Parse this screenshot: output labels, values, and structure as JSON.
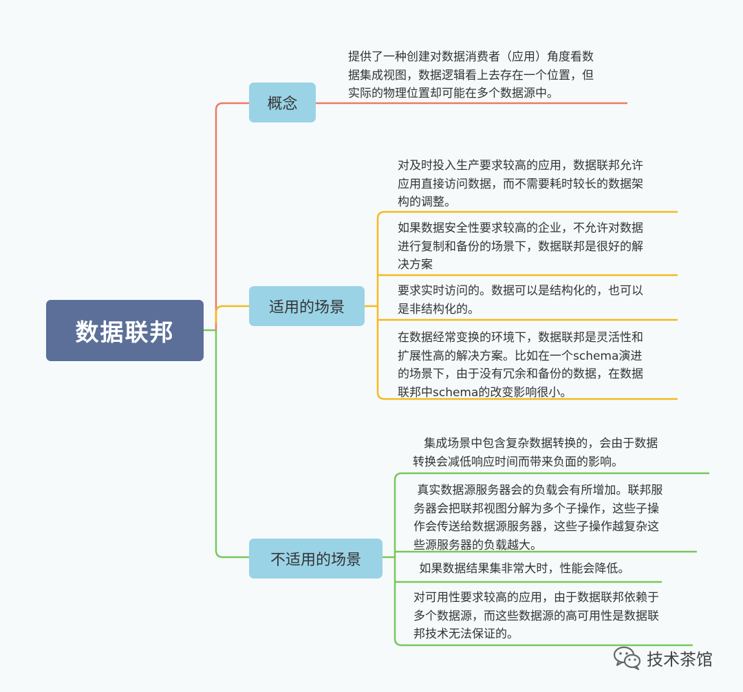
{
  "root": "数据联邦",
  "branches": [
    {
      "label": "概念",
      "color": "#ee7a63",
      "leaves": [
        [
          "提供了一种创建对数据消费者（应用）角度看数",
          "据集成视图，数据逻辑看上去存在一个位置，但",
          "实际的物理位置却可能在多个数据源中。"
        ]
      ]
    },
    {
      "label": "适用的场景",
      "color": "#f5b921",
      "leaves": [
        [
          "对及时投入生产要求较高的应用，数据联邦允许",
          "应用直接访问数据，而不需要耗时较长的数据架",
          "构的调整。"
        ],
        [
          "如果数据安全性要求较高的企业，不允许对数据",
          "进行复制和备份的场景下，数据联邦是很好的解",
          "决方案"
        ],
        [
          "要求实时访问的。数据可以是结构化的，也可以",
          "是非结构化的。"
        ],
        [
          "在数据经常变换的环境下，数据联邦是灵活性和",
          "扩展性高的解决方案。比如在一个schema演进",
          "的场景下，由于没有冗余和备份的数据，在数据",
          "联邦中schema的改变影响很小。"
        ]
      ]
    },
    {
      "label": "不适用的场景",
      "color": "#77c85a",
      "leaves": [
        [
          "   集成场景中包含复杂数据转换的，会由于数据",
          "转换会减低响应时间而带来负面的影响。"
        ],
        [
          " 真实数据源服务器会的负载会有所增加。联邦服",
          "务器会把联邦视图分解为多个子操作，这些子操",
          "作会传送给数据源服务器，这些子操作越复杂这",
          "些源服务器的负载越大。"
        ],
        [
          " 如果数据结果集非常大时，性能会降低。"
        ],
        [
          "对可用性要求较高的应用，由于数据联邦依赖于",
          "多个数据源，而这些数据源的高可用性是数据联",
          "邦技术无法保证的。"
        ]
      ]
    }
  ],
  "watermark": "技术茶馆",
  "watermark_icon": "wechat-icon"
}
